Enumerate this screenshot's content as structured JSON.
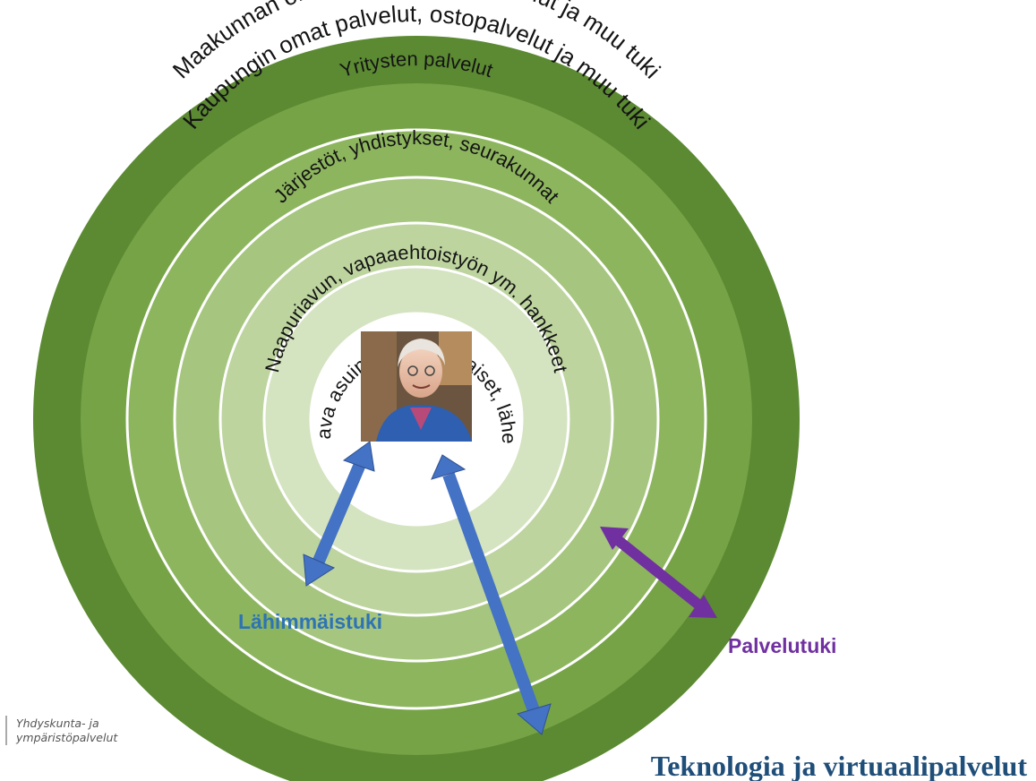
{
  "rings": [
    {
      "label": "Maakunnan omat palvelut, ostopalvelut ja muu tuki",
      "color": "#5b8a32"
    },
    {
      "label": "Kaupungin omat palvelut, ostopalvelut ja muu tuki",
      "color": "#77a347"
    },
    {
      "label": "Yritysten palvelut",
      "color": "#8db55e"
    },
    {
      "label": "Järjestöt, yhdistykset, seurakunnat",
      "color": "#a6c57f"
    },
    {
      "label": "Naapuriavun, vapaaehtoistyön ym. hankkeet",
      "color": "#bdd49f"
    },
    {
      "label": "Auttava asuinyhteisö, omaiset, läheiset",
      "color": "#d4e3c0"
    }
  ],
  "captions": {
    "lahimmaistuki": "Lähimmäistuki",
    "palvelutuki": "Palvelutuki",
    "teknologia": "Teknologia ja virtuaalipalvelut"
  },
  "organization": {
    "line1": "Yhdyskunta- ja",
    "line2": "ympäristöpalvelut"
  },
  "colors": {
    "blue_arrow": "#4472c4",
    "purple_arrow": "#7030a0",
    "tech_text": "#1f4e79",
    "lahimmais_text": "#2e74b5"
  }
}
